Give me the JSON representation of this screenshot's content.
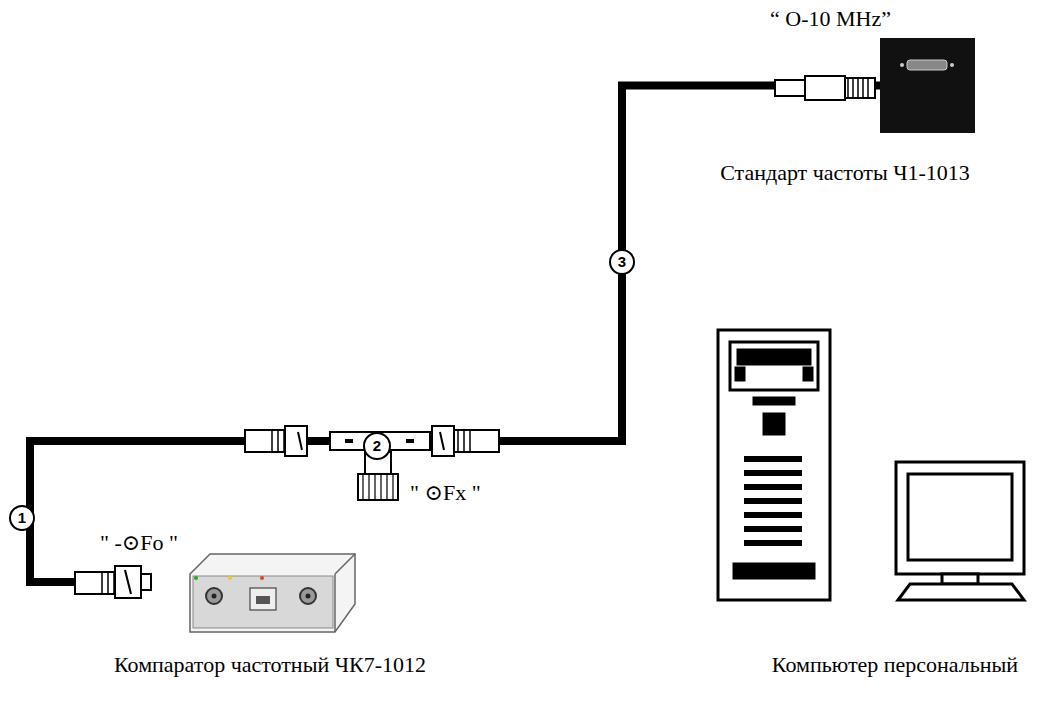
{
  "diagram": {
    "nodes": [
      {
        "text": [
          "Стандарт частоты Ч1-1013"
        ]
      },
      {
        "text": [
          "Компаратор частотный ЧК7-1012"
        ]
      },
      {
        "text": [
          "Компьютер персональный"
        ]
      }
    ],
    "edges": [
      {
        "from": 0,
        "to": 1,
        "arrow": "none"
      }
    ],
    "labels": [
      "“ O-10 MHz”",
      "\" -⊙Fo \"",
      "\" ⊙Fx \"",
      "1",
      "2",
      "3"
    ]
  }
}
